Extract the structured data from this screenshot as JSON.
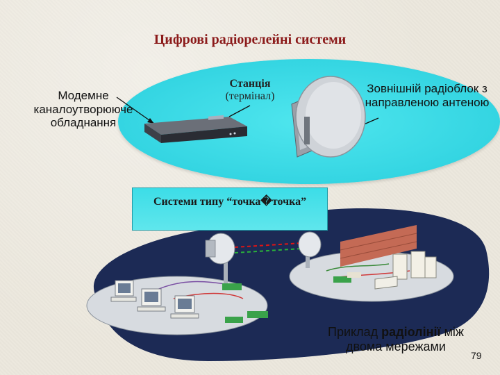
{
  "slide": {
    "title": "Цифрові радіорелейні системи",
    "page_number": "79"
  },
  "labels": {
    "modem_equipment": "Модемне каналоутворююче обладнання",
    "station": "Станція",
    "terminal": "(термінал)",
    "outdoor_unit": "Зовнішній радіоблок з направленою антеною",
    "point_to_point": "Системи типу “точка�точка”",
    "example_prefix": "Приклад ",
    "example_bold": "радіолінії",
    "example_suffix": " між двома мережами"
  },
  "colors": {
    "title": "#8b1a1a",
    "ellipse_fill": "#3ad8e4",
    "ground_platform": "#1c2a55",
    "background": "#ece8dd"
  }
}
